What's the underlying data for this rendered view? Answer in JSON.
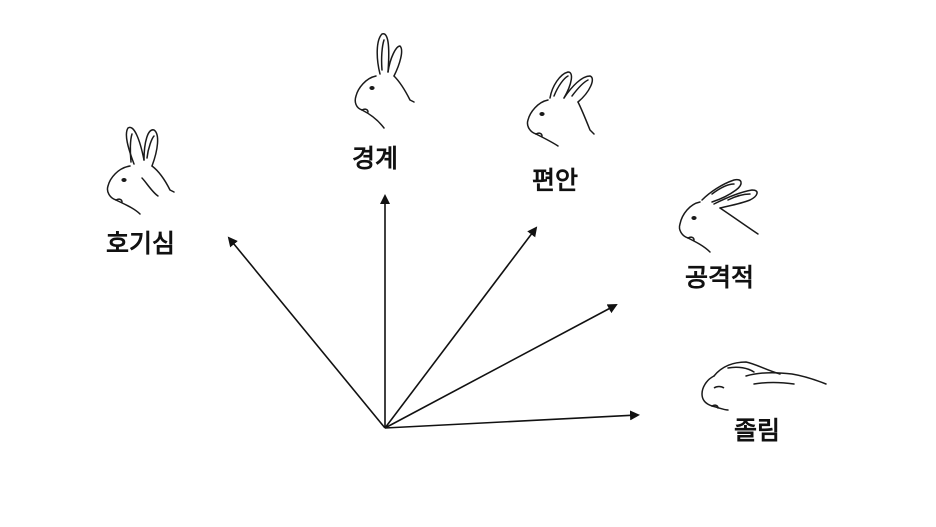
{
  "diagram": {
    "labels": {
      "curious": "호기심",
      "alert": "경계",
      "relaxed": "편안",
      "aggressive": "공격적",
      "sleepy": "졸림"
    },
    "colors": {
      "arrow": "#111111",
      "text": "#111111",
      "sketch": "#1a1a1a",
      "background": "#ffffff"
    }
  }
}
